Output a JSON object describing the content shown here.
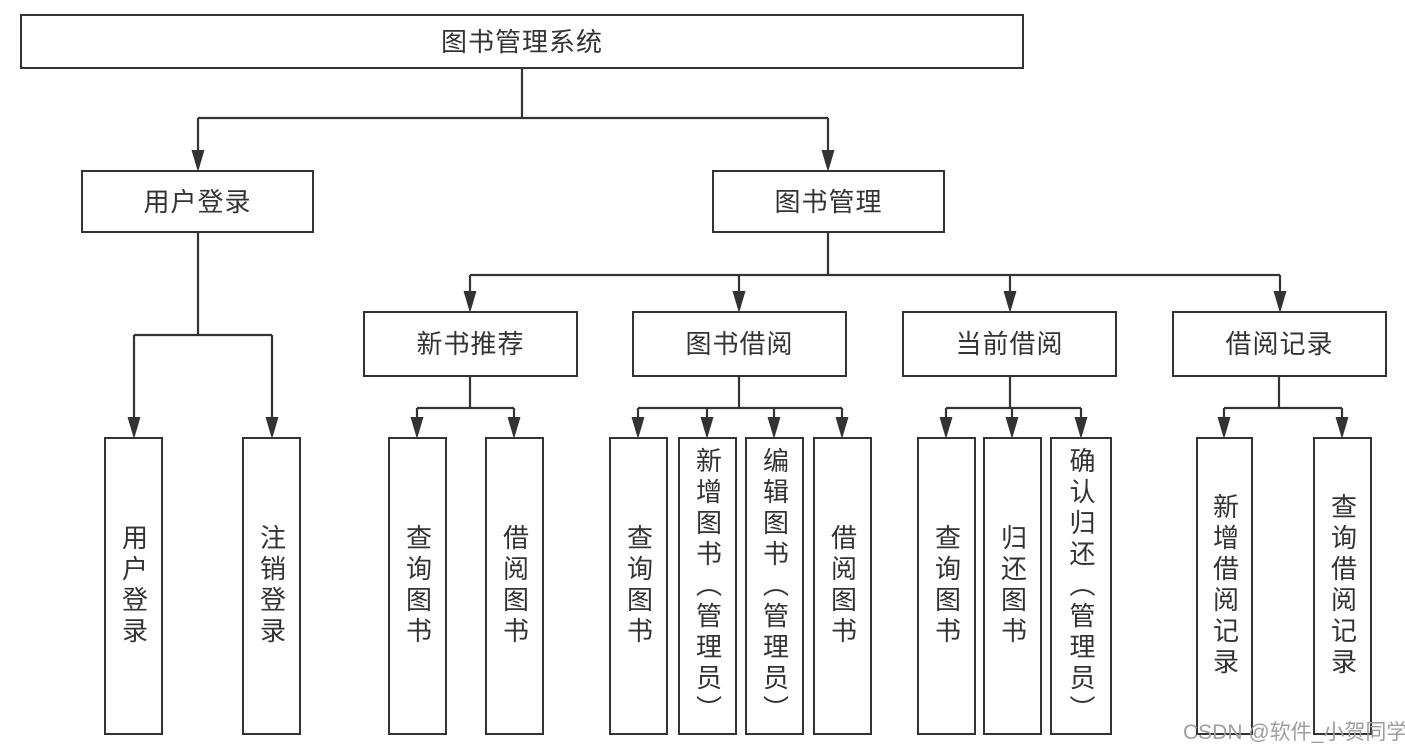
{
  "tree": {
    "root": {
      "label": "图书管理系统"
    },
    "branches": [
      {
        "label": "用户登录",
        "children": [
          {
            "label": "用户登录"
          },
          {
            "label": "注销登录"
          }
        ]
      },
      {
        "label": "图书管理",
        "children": [
          {
            "label": "新书推荐",
            "children": [
              {
                "label": "查询图书"
              },
              {
                "label": "借阅图书"
              }
            ]
          },
          {
            "label": "图书借阅",
            "children": [
              {
                "label": "查询图书"
              },
              {
                "label": "新增图书（管理员）"
              },
              {
                "label": "编辑图书（管理员）"
              },
              {
                "label": "借阅图书"
              }
            ]
          },
          {
            "label": "当前借阅",
            "children": [
              {
                "label": "查询图书"
              },
              {
                "label": "归还图书"
              },
              {
                "label": "确认归还（管理员）"
              }
            ]
          },
          {
            "label": "借阅记录",
            "children": [
              {
                "label": "新增借阅记录"
              },
              {
                "label": "查询借阅记录"
              }
            ]
          }
        ]
      }
    ]
  },
  "watermark": {
    "text": "CSDN @软件_小贺同学"
  },
  "colors": {
    "line": "#333333",
    "text": "#333333",
    "box_background": "#ffffff",
    "watermark": "#9e9e9e",
    "background": "#ffffff"
  }
}
